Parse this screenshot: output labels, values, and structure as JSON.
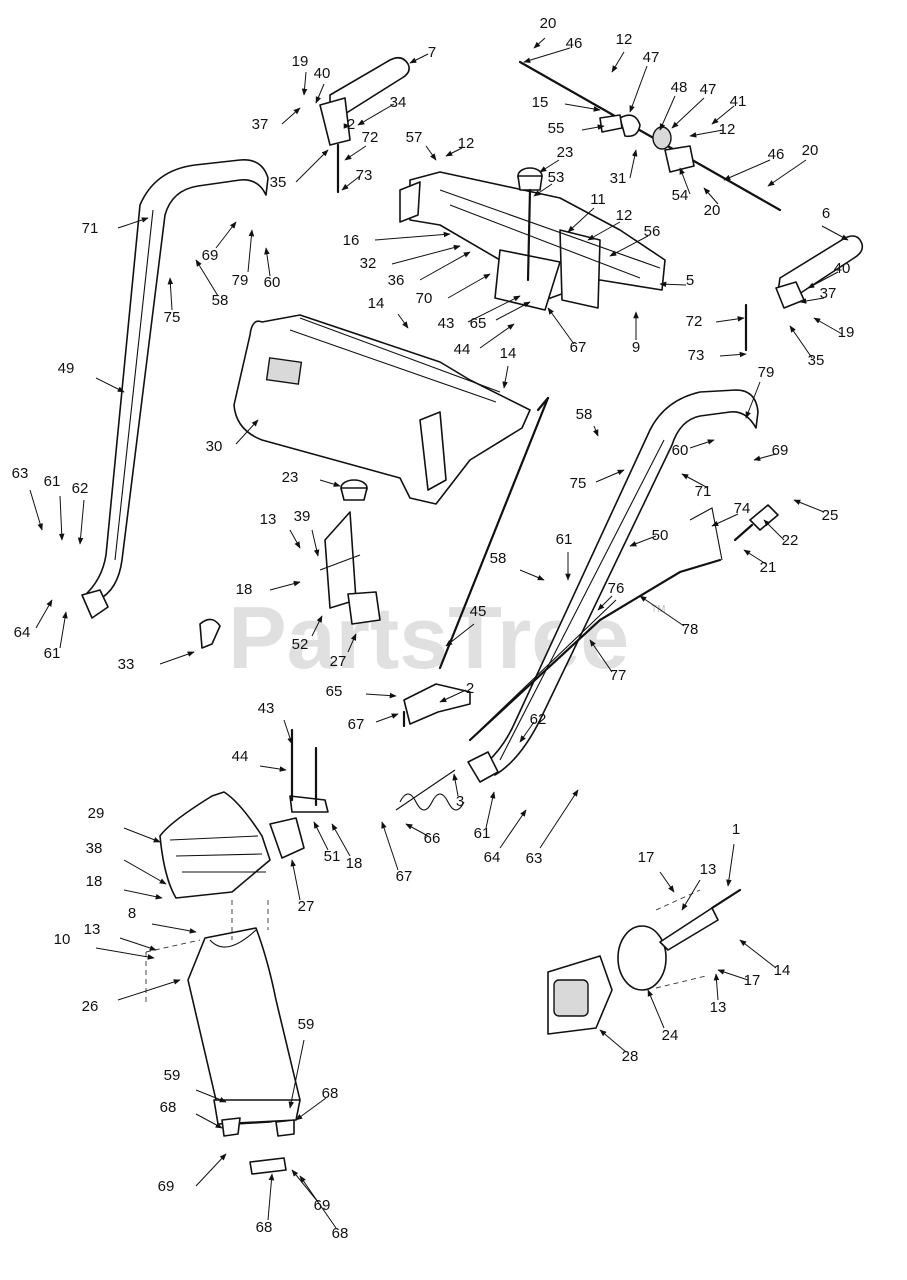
{
  "watermark": {
    "brand": "PartsTree",
    "tm": "TM"
  },
  "callouts": [
    "1",
    "2",
    "3",
    "5",
    "6",
    "7",
    "8",
    "9",
    "10",
    "11",
    "12",
    "13",
    "14",
    "15",
    "16",
    "17",
    "18",
    "19",
    "20",
    "21",
    "22",
    "23",
    "24",
    "25",
    "26",
    "27",
    "28",
    "29",
    "30",
    "31",
    "32",
    "33",
    "34",
    "35",
    "36",
    "37",
    "38",
    "39",
    "40",
    "41",
    "43",
    "44",
    "45",
    "46",
    "47",
    "48",
    "49",
    "50",
    "51",
    "52",
    "53",
    "54",
    "55",
    "56",
    "57",
    "58",
    "59",
    "60",
    "61",
    "62",
    "63",
    "64",
    "65",
    "66",
    "67",
    "68",
    "69",
    "70",
    "71",
    "72",
    "73",
    "74",
    "75",
    "76",
    "77",
    "78",
    "79"
  ]
}
